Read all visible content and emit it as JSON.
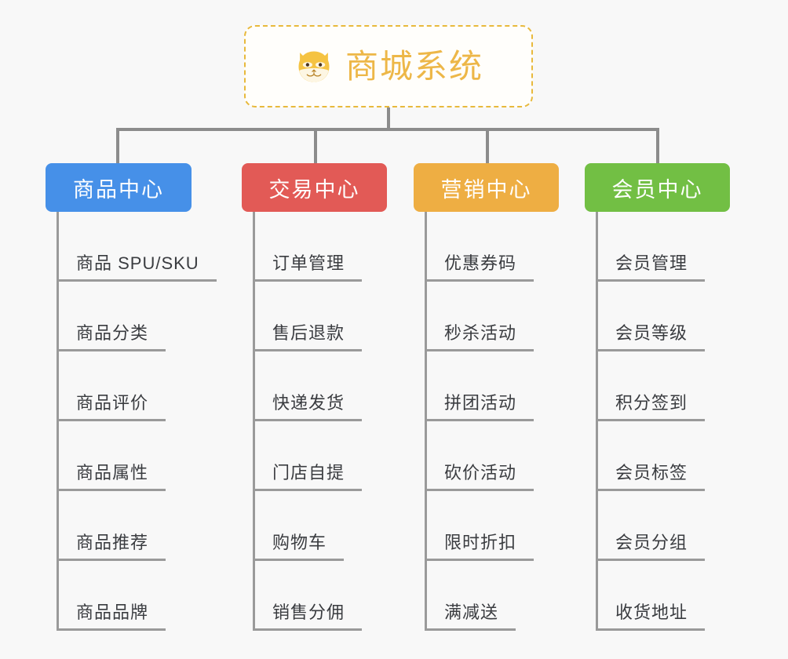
{
  "canvas": {
    "background": "#f8f8f8",
    "line_color": "#8c8c8c"
  },
  "root": {
    "title": "商城系统",
    "icon": "shiba-dog-face-icon",
    "accent": "#edb748",
    "border_style": "dashed"
  },
  "columns": [
    {
      "title": "商品中心",
      "color": "#4690e8",
      "items": [
        "商品 SPU/SKU",
        "商品分类",
        "商品评价",
        "商品属性",
        "商品推荐",
        "商品品牌"
      ]
    },
    {
      "title": "交易中心",
      "color": "#e25a56",
      "items": [
        "订单管理",
        "售后退款",
        "快递发货",
        "门店自提",
        "购物车",
        "销售分佣"
      ]
    },
    {
      "title": "营销中心",
      "color": "#eeae43",
      "items": [
        "优惠券码",
        "秒杀活动",
        "拼团活动",
        "砍价活动",
        "限时折扣",
        "满减送"
      ]
    },
    {
      "title": "会员中心",
      "color": "#72bf44",
      "items": [
        "会员管理",
        "会员等级",
        "积分签到",
        "会员标签",
        "会员分组",
        "收货地址"
      ]
    }
  ]
}
